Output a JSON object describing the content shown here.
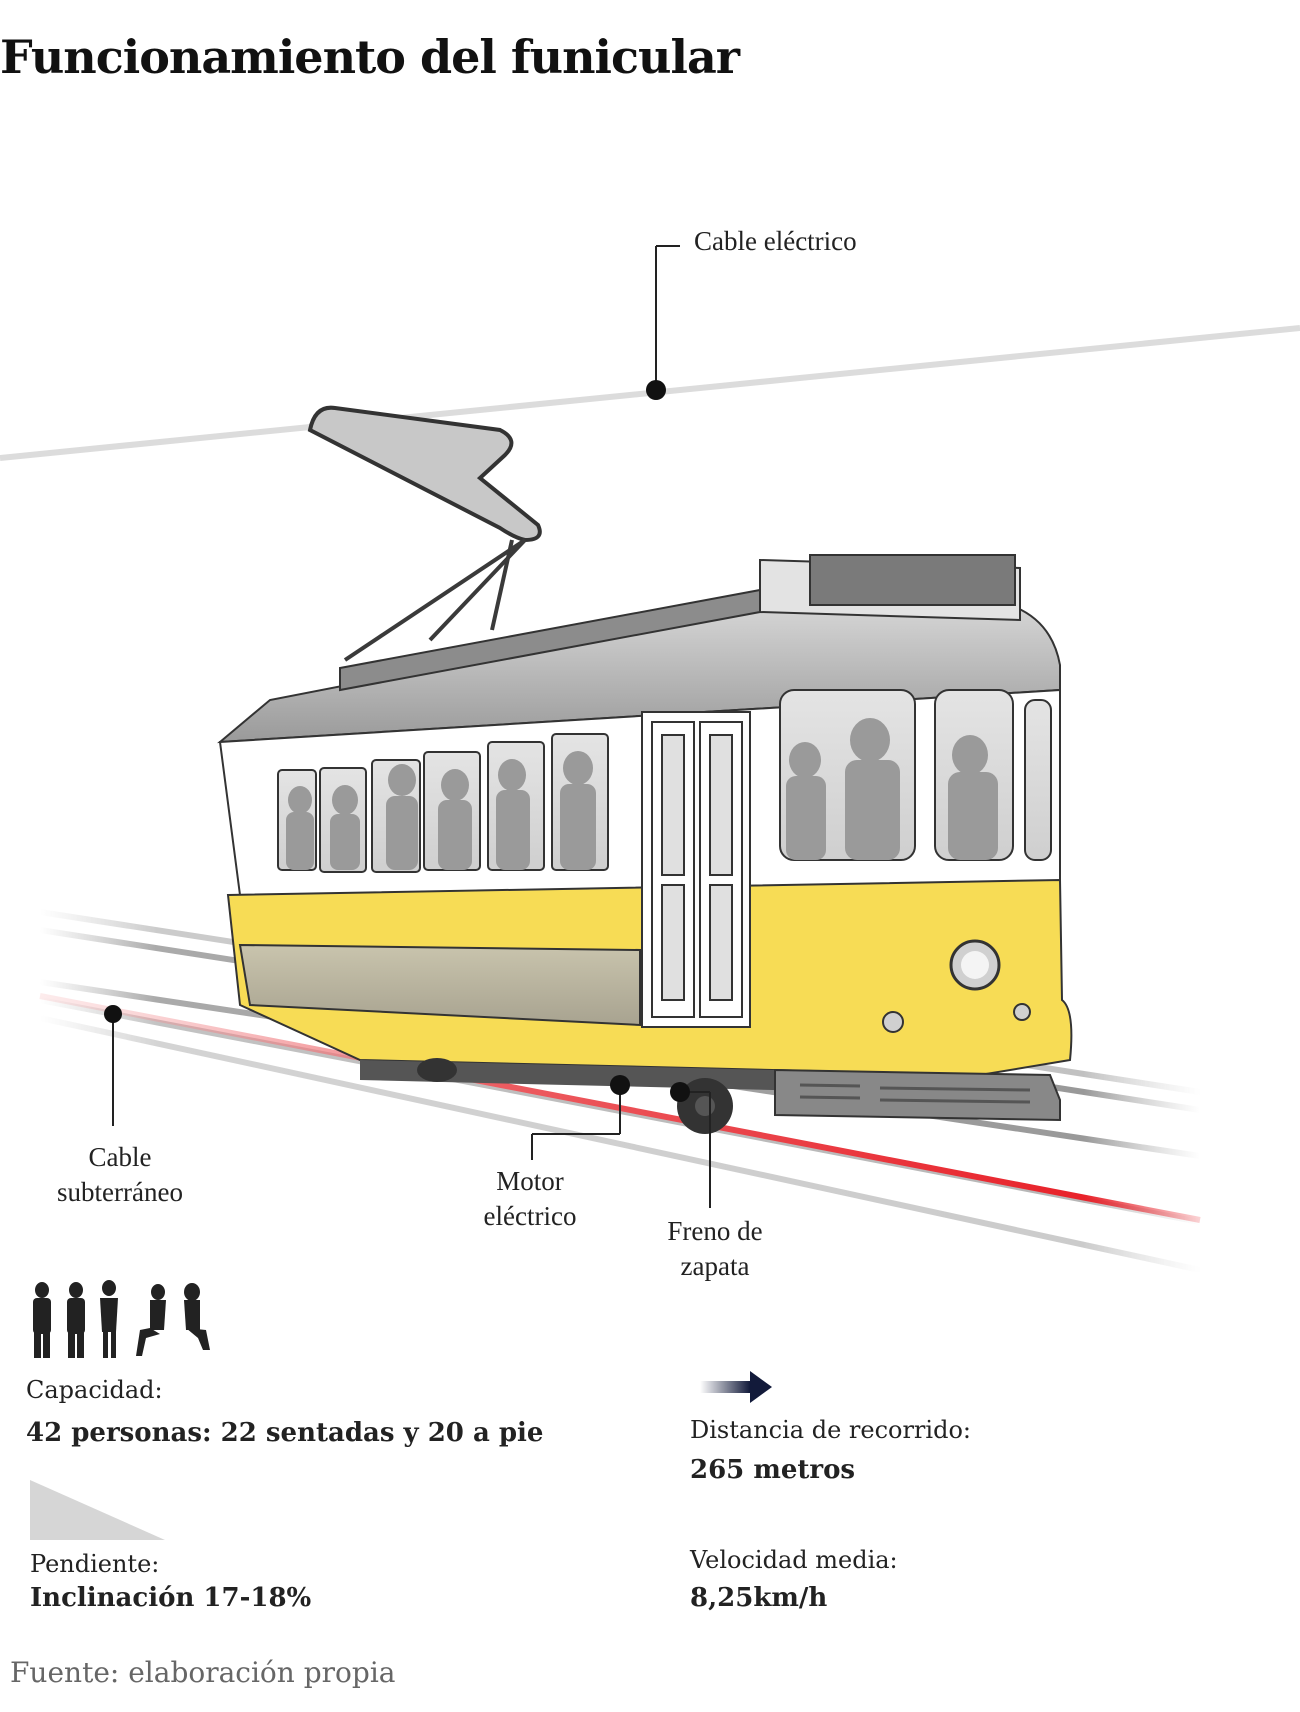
{
  "title": "Funcionamiento del funicular",
  "labels": {
    "overhead_cable": "Cable eléctrico",
    "underground_cable": "Cable subterráneo",
    "electric_motor": "Motor eléctrico",
    "shoe_brake": "Freno de zapata"
  },
  "stats": {
    "capacity_label": "Capacidad:",
    "capacity_value": "42 personas: 22 sentadas y 20 a pie",
    "distance_label": "Distancia de recorrido:",
    "distance_value": "265 metros",
    "slope_label": "Pendiente:",
    "slope_value": "Inclinación 17-18%",
    "speed_label": "Velocidad media:",
    "speed_value": "8,25km/h"
  },
  "source": "Fuente: elaboración propia",
  "colors": {
    "tram_yellow": "#f7dc55",
    "tram_white": "#ffffff",
    "roof_gray": "#b8b8b8",
    "passenger_gray": "#9a9a9a",
    "underground_cable_red": "#e8222a",
    "rail_gray": "#9b9b9b",
    "arrow_navy": "#121a3a"
  },
  "icons": [
    "people-icon",
    "slope-icon",
    "arrow-right-icon"
  ]
}
